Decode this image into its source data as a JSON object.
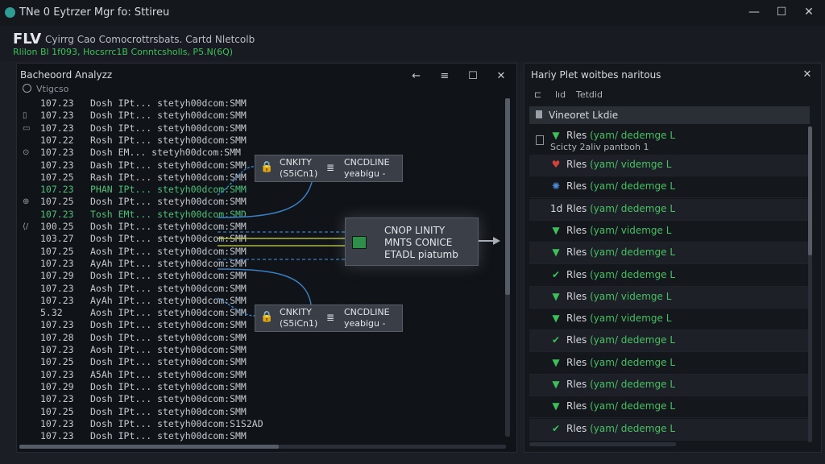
{
  "window": {
    "title": "TNe 0 Eytrzer Mgr fo: Sttireu",
    "buttons": {
      "minimize": "—",
      "maximize": "☐",
      "close": "✕"
    }
  },
  "header": {
    "brand": "FLV",
    "subtitle": "Cyirrg Cao Comocrottrsbats. Cartd Nletcolb",
    "status": "Rlilon Bl 1f093, Hocsrrc1B Conntcsholls, P5.N(6Q)"
  },
  "left_panel": {
    "title": "Bacheoord Analyzz",
    "controls": {
      "back": "←",
      "menu": "≡",
      "maximize": "☐",
      "close": "✕"
    },
    "column_header": "Vtigcso",
    "rows": [
      {
        "time": "107.23",
        "text": "Dosh IPt... stetyh00dcom:SMM",
        "icon": "",
        "green": false
      },
      {
        "time": "107.23",
        "text": "Dosh IPt... stetyh00dcom:SMM",
        "icon": "▯",
        "green": false
      },
      {
        "time": "107.23",
        "text": "Dosh IPt... stetyh00dcom:SMM",
        "icon": "▭",
        "green": false
      },
      {
        "time": "107.22",
        "text": "Rosh IPt... stetyh00dcom:SMM",
        "icon": "",
        "green": false
      },
      {
        "time": "107.23",
        "text": "Dosh EM... stetyh00dcom:SMM",
        "icon": "⊙",
        "green": false
      },
      {
        "time": "107.23",
        "text": "Dash IPt... stetyh00dcom:SMM",
        "icon": "",
        "green": false
      },
      {
        "time": "107.25",
        "text": "Rash IPt... stetyh00dcom:SMM",
        "icon": "",
        "green": false
      },
      {
        "time": "107.23",
        "text": "PHAN IPt... stetyh00dcom:SMM",
        "icon": "",
        "green": true
      },
      {
        "time": "107.25",
        "text": "Dosh IPt... stetyh00dcom:SMM",
        "icon": "⊕",
        "green": false
      },
      {
        "time": "107.23",
        "text": "Tosh EMt... stetyh00dcom:SMD",
        "icon": "",
        "green": true
      },
      {
        "time": "100.25",
        "text": "Dosh IPt... stetyh00dcom:SMM",
        "icon": "⟨/",
        "green": false
      },
      {
        "time": "103.27",
        "text": "Dosh IPt... stetyh00dcom:SMM",
        "icon": "",
        "green": false
      },
      {
        "time": "107.25",
        "text": "Aosh IPt... stetyh00dcom:SMM",
        "icon": "",
        "green": false
      },
      {
        "time": "107.23",
        "text": "AyAh IPt... stetyh00dcom:SMM",
        "icon": "",
        "green": false
      },
      {
        "time": "107.29",
        "text": "Dosh IPt... stetyh00dcom:SMM",
        "icon": "",
        "green": false
      },
      {
        "time": "107.23",
        "text": "Aosh IPt... stetyh00dcom:SMM",
        "icon": "",
        "green": false
      },
      {
        "time": "107.23",
        "text": "AyAh IPt... stetyh00dcom:SMM",
        "icon": "",
        "green": false
      },
      {
        "time": "5.32",
        "text": "Aosh IPt... stetyh00dcom:SMM",
        "icon": "",
        "green": false
      },
      {
        "time": "107.23",
        "text": "Dosh IPt... stetyh00dcom:SMM",
        "icon": "",
        "green": false
      },
      {
        "time": "107.28",
        "text": "Dosh IPt... stetyh00dcom:SMM",
        "icon": "",
        "green": false
      },
      {
        "time": "107.23",
        "text": "Aosh IPt... stetyh00dcom:SMM",
        "icon": "",
        "green": false
      },
      {
        "time": "107.25",
        "text": "Dosh IPt... stetyh00dcom:SMM",
        "icon": "",
        "green": false
      },
      {
        "time": "107.23",
        "text": "A5Ah IPt... stetyh00dcom:SMM",
        "icon": "",
        "green": false
      },
      {
        "time": "107.29",
        "text": "Dosh IPt... stetyh00dcom:SMM",
        "icon": "",
        "green": false
      },
      {
        "time": "107.23",
        "text": "Dosh IPt... stetyh00dcom:SMM",
        "icon": "",
        "green": false
      },
      {
        "time": "107.25",
        "text": "Dosh IPt... stetyh00dcom:SMM",
        "icon": "",
        "green": false
      },
      {
        "time": "107.23",
        "text": "Dosh IPt... stetyh00dcom:S1S2AD",
        "icon": "",
        "green": false
      },
      {
        "time": "107.23",
        "text": "Dosh IPt... stetyh00dcom:SMM",
        "icon": "",
        "green": false
      }
    ],
    "node_top": {
      "line1": "CNKITY",
      "line2": "(S5iCn1)",
      "line3": "CNCDLINE",
      "line4": "yeabigu -"
    },
    "node_center": {
      "line1": "CNOP LINITY",
      "line2": "MNTS CONICE",
      "line3": "ETADL piatumb"
    },
    "node_bottom": {
      "line1": "CNKITY",
      "line2": "(S5iCn1)",
      "line3": "CNCDLINE",
      "line4": "yeabigu -"
    }
  },
  "right_panel": {
    "title": "Hariy Plet woitbes naritous",
    "close": "✕",
    "toolbar": [
      "⊏",
      "lıd",
      "Tetdid"
    ],
    "section": "Vineoret Lkdie",
    "subline": "Scicty 2aliv pantboh 1",
    "items": [
      {
        "icon": "triangle-green",
        "prefix": "Rles ",
        "green": "(yam/ dedemge L",
        "alt": false
      },
      {
        "icon": "heart-red",
        "prefix": "Rles ",
        "green": "(yam/ videmge L",
        "alt": true
      },
      {
        "icon": "gear-blue",
        "prefix": "Rles ",
        "green": "(yam/ dedemge L",
        "alt": false
      },
      {
        "icon": "text-1d",
        "prefix": "Rles ",
        "green": "(yam/ dedemge L",
        "alt": true
      },
      {
        "icon": "triangle-green",
        "prefix": "Rles ",
        "green": "(yam/ videmge L",
        "alt": false
      },
      {
        "icon": "triangle-green",
        "prefix": "Rles ",
        "green": "(yam/ dedemge L",
        "alt": true
      },
      {
        "icon": "check-green",
        "prefix": "Rles ",
        "green": "(yam/ dedemge L",
        "alt": false
      },
      {
        "icon": "triangle-green",
        "prefix": "Rles ",
        "green": "(yam/ videmge L",
        "alt": true
      },
      {
        "icon": "triangle-green",
        "prefix": "Rles ",
        "green": "(yam/ videmge L",
        "alt": false
      },
      {
        "icon": "check-green",
        "prefix": "Rles ",
        "green": "(yam/ dedemge L",
        "alt": true
      },
      {
        "icon": "triangle-green",
        "prefix": "Rles ",
        "green": "(yam/ dedemge L",
        "alt": false
      },
      {
        "icon": "triangle-green",
        "prefix": "Rles ",
        "green": "(yam/ dedemge L",
        "alt": true
      },
      {
        "icon": "triangle-green",
        "prefix": "Rles ",
        "green": "(yam/ dedemge L",
        "alt": false
      },
      {
        "icon": "check-green",
        "prefix": "Rles ",
        "green": "(yam/ dedemge L",
        "alt": true
      }
    ]
  },
  "colors": {
    "accent_green": "#47c062",
    "link_blue": "#3a7fc4",
    "node_gray": "#3a3f47"
  }
}
